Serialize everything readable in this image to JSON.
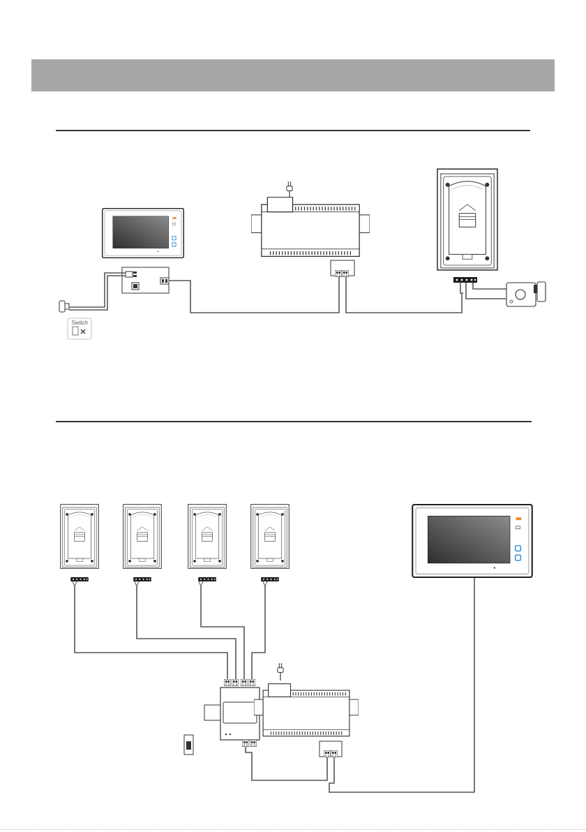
{
  "header": {
    "title": ""
  },
  "sections": [
    {
      "title": ""
    },
    {
      "title": ""
    }
  ],
  "diagram_1": {
    "switch_label": "Switch",
    "components": [
      "indoor-monitor",
      "expansion-module",
      "power-supply",
      "outdoor-station",
      "electric-lock",
      "exit-button",
      "power-plug"
    ]
  },
  "diagram_2": {
    "components": [
      "outdoor-station-1",
      "outdoor-station-2",
      "outdoor-station-3",
      "outdoor-station-4",
      "door-station-distributor",
      "power-supply",
      "indoor-monitor",
      "mode-switch",
      "power-plug"
    ]
  },
  "colors": {
    "header_bar": "#a7a7a9",
    "wire": "#555555",
    "device_outline": "#333333",
    "screen_dark": "#3a3a3a",
    "screen_light": "#8a8a8a",
    "led_orange": "#f08a24",
    "button_blue": "#1e88d8"
  }
}
